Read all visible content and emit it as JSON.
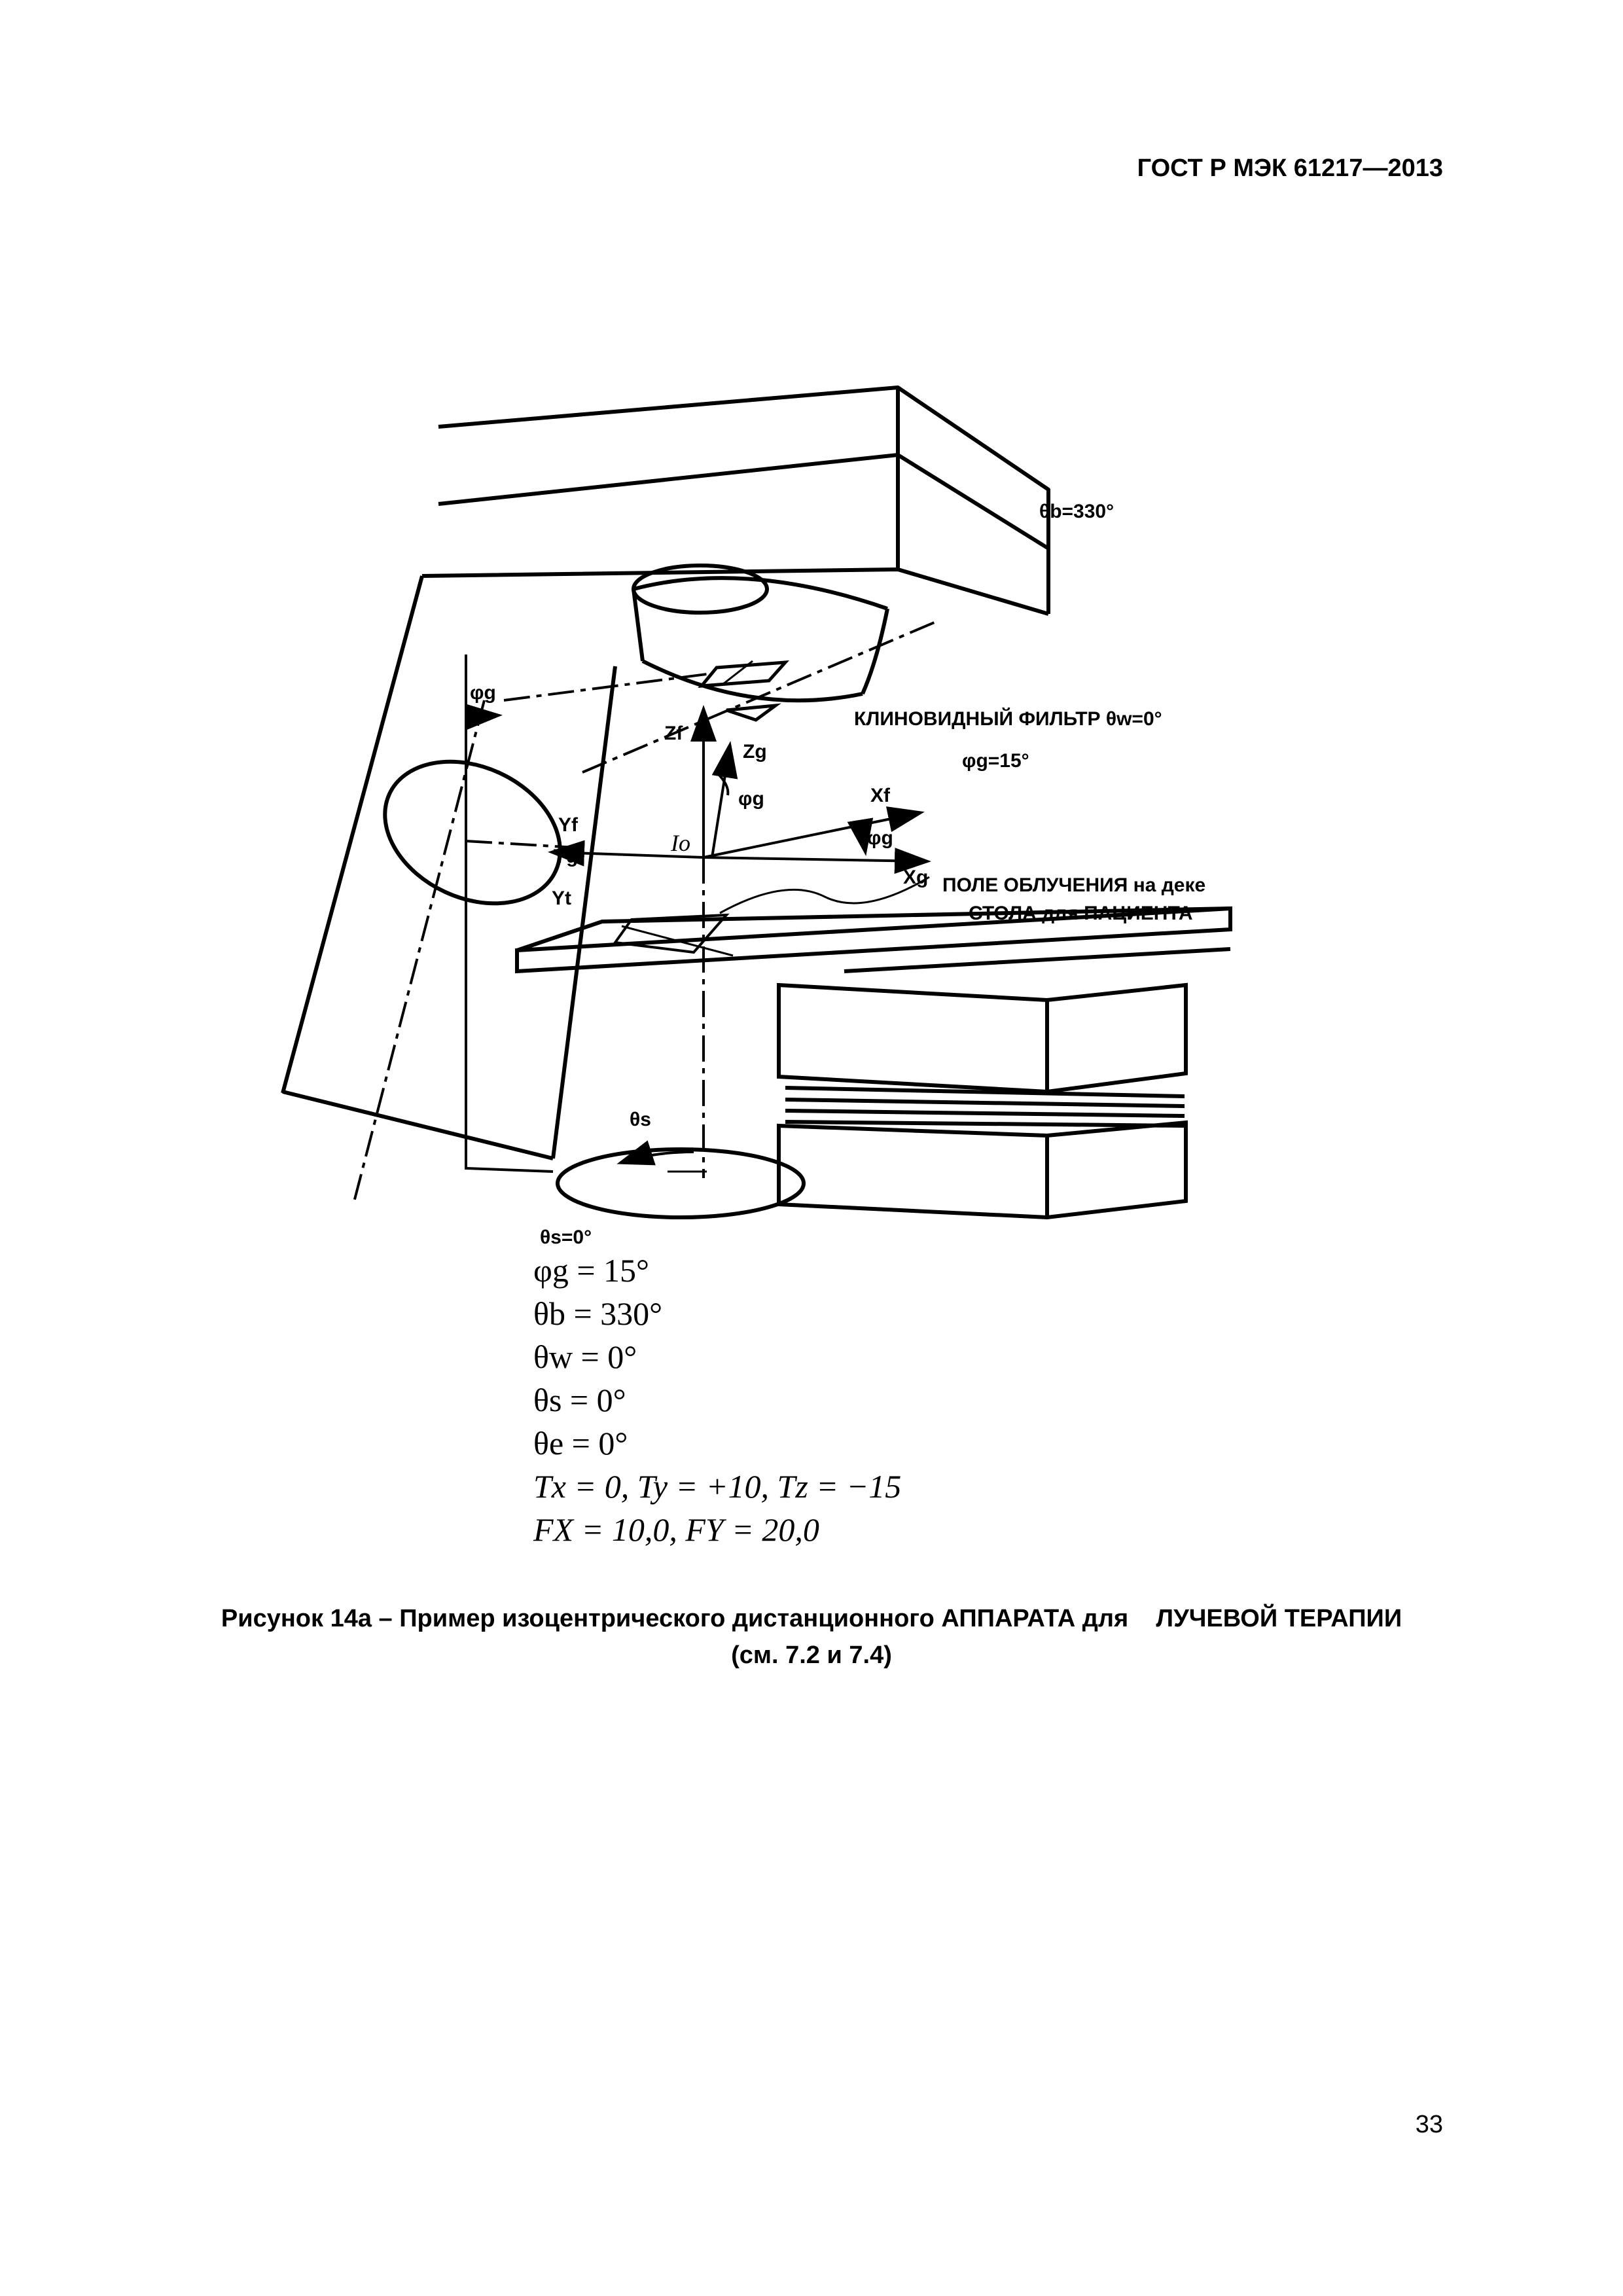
{
  "header": {
    "standard": "ГОСТ Р МЭК 61217—2013"
  },
  "figure": {
    "labels": {
      "theta_b": "θb=330°",
      "wedge": "КЛИНОВИДНЫЙ ФИЛЬТР θw=0°",
      "phi_g_value": "φg=15°",
      "phi_g_left": "φg",
      "phi_g_mid": "φg",
      "phi_g_right": "φg",
      "z_f": "Zf",
      "z_g": "Zg",
      "x_f": "Xf",
      "x_g": "Xg",
      "y_f": "Yf",
      "y_g": "Yg",
      "y_t": "Yt",
      "isocenter": "Io",
      "field_line1": "ПОЛЕ ОБЛУЧЕНИЯ на деке",
      "field_line2": "СТОЛА для ПАЦИЕНТА",
      "theta_s": "θs",
      "theta_s_zero": "θs=0°"
    }
  },
  "parameters": [
    "φg = 15°",
    "θb = 330°",
    "θw = 0°",
    "θs = 0°",
    "θe = 0°"
  ],
  "parameters_italic": [
    "Tx = 0,  Ty = +10,  Tz = −15",
    "FX = 10,0,  FY = 20,0"
  ],
  "caption": {
    "line1": "Рисунок 14а – Пример изоцентрического дистанционного АППАРАТА для    ЛУЧЕВОЙ ТЕРАПИИ",
    "line2": "(см. 7.2 и 7.4)"
  },
  "page_number": "33"
}
